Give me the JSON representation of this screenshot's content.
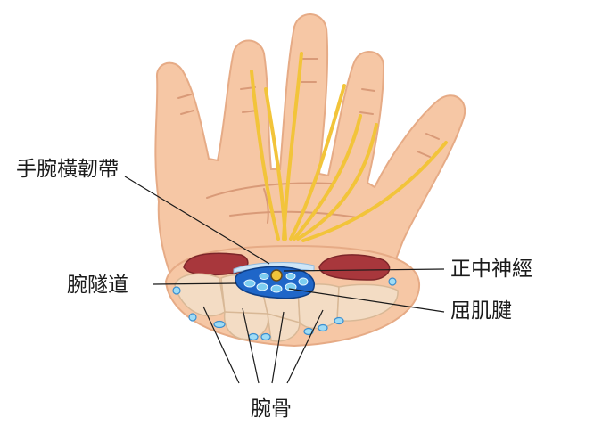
{
  "labels": {
    "transverse_carpal_ligament": "手腕橫韌帶",
    "carpal_tunnel": "腕隧道",
    "median_nerve": "正中神經",
    "flexor_tendon": "屈肌腱",
    "carpal_bones": "腕骨"
  },
  "colors": {
    "skin": "#f6c7a5",
    "skin_outline": "#e6ab86",
    "nerve": "#f2c43a",
    "muscle": "#a8373c",
    "bone": "#f3dcc4",
    "tunnel": "#1f66c8",
    "tendon": "#7ccdf0"
  }
}
